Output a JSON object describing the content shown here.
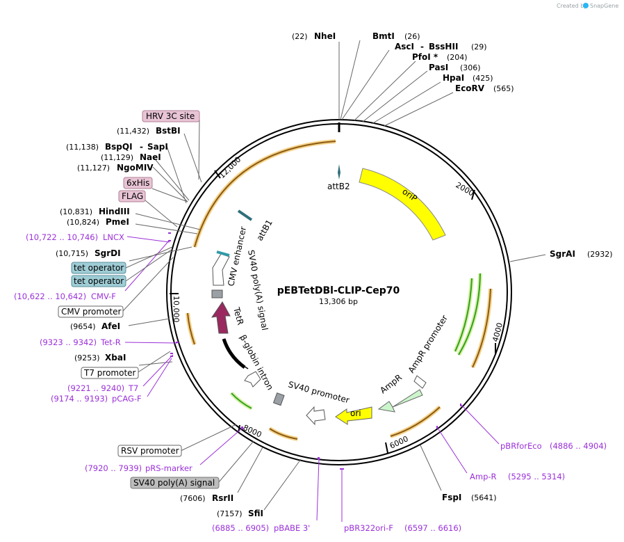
{
  "plasmid": {
    "name": "pEBTetDBl-CLIP-Cep70",
    "length_label": "13,306 bp"
  },
  "credit": {
    "text": "Created by",
    "brand": "SnapGene"
  },
  "colors": {
    "backbone": "#000000",
    "orip": "#ffff00",
    "ampr": "#ccf5cc",
    "ori": "#ffff00",
    "tetr": "#99295e",
    "orf_arrow": "#31a11a",
    "orf_halo": "#f5d28a",
    "primer": "#9b30d9",
    "tag_box": "#e8c4d4",
    "operator_box": "#9fcdd6",
    "polyA_box": "#bdbdbd"
  },
  "tick_labels": [
    "2000",
    "4000",
    "6000",
    "8000",
    "10,000",
    "12,000"
  ],
  "enzymes": [
    {
      "name": "NheI",
      "pos": "(22)"
    },
    {
      "name": "BmtI",
      "pos": "(26)"
    },
    {
      "name": "AscI",
      "sep": "-",
      "name2": "BssHII",
      "pos": "(29)"
    },
    {
      "name": "PfoI *",
      "pos": "(204)"
    },
    {
      "name": "PasI",
      "pos": "(306)"
    },
    {
      "name": "HpaI",
      "pos": "(425)"
    },
    {
      "name": "EcoRV",
      "pos": "(565)"
    },
    {
      "name": "SgrAI",
      "pos": "(2932)"
    },
    {
      "name": "FspI",
      "pos": "(5641)"
    },
    {
      "name": "SfiI",
      "pos": "(7157)"
    },
    {
      "name": "RsrII",
      "pos": "(7606)"
    },
    {
      "name": "XbaI",
      "pos": "(9253)"
    },
    {
      "name": "AfeI",
      "pos": "(9654)"
    },
    {
      "name": "SgrDI",
      "pos": "(10,715)"
    },
    {
      "name": "PmeI",
      "pos": "(10,824)"
    },
    {
      "name": "HindIII",
      "pos": "(10,831)"
    },
    {
      "name": "NgoMIV",
      "pos": "(11,127)"
    },
    {
      "name": "NaeI",
      "pos": "(11,129)"
    },
    {
      "name": "BspQI",
      "sep": "-",
      "name2": "SapI",
      "pos": "(11,138)"
    },
    {
      "name": "BstBI",
      "pos": "(11,432)"
    }
  ],
  "primers": [
    {
      "name": "pBRforEco",
      "pos": "(4886 .. 4904)"
    },
    {
      "name": "Amp-R",
      "pos": "(5295 .. 5314)"
    },
    {
      "name": "pBR322ori-F",
      "pos": "(6597 .. 6616)"
    },
    {
      "name": "pBABE 3'",
      "pos": "(6885 .. 6905)"
    },
    {
      "name": "pRS-marker",
      "pos": "(7920 .. 7939)"
    },
    {
      "name": "pCAG-F",
      "pos": "(9174 .. 9193)"
    },
    {
      "name": "T7",
      "pos": "(9221 .. 9240)"
    },
    {
      "name": "Tet-R",
      "pos": "(9323 .. 9342)"
    },
    {
      "name": "CMV-F",
      "pos": "(10,622 .. 10,642)"
    },
    {
      "name": "LNCX",
      "pos": "(10,722 .. 10,746)"
    }
  ],
  "boxed_features": [
    {
      "label": "HRV 3C site",
      "style": "tag"
    },
    {
      "label": "6xHis",
      "style": "tag"
    },
    {
      "label": "FLAG",
      "style": "tag"
    },
    {
      "label": "tet operator",
      "style": "operator"
    },
    {
      "label": "tet operator",
      "style": "operator"
    },
    {
      "label": "CMV promoter",
      "style": "plain"
    },
    {
      "label": "T7 promoter",
      "style": "plain"
    },
    {
      "label": "RSV promoter",
      "style": "plain"
    },
    {
      "label": "SV40 poly(A) signal",
      "style": "polyA"
    }
  ],
  "inner_features": [
    "attB2",
    "oriP",
    "AmpR promoter",
    "AmpR",
    "ori",
    "SV40 promoter",
    "β-globin intron",
    "TetR",
    "SV40 poly(A) signal",
    "CMV enhancer",
    "attB1"
  ]
}
